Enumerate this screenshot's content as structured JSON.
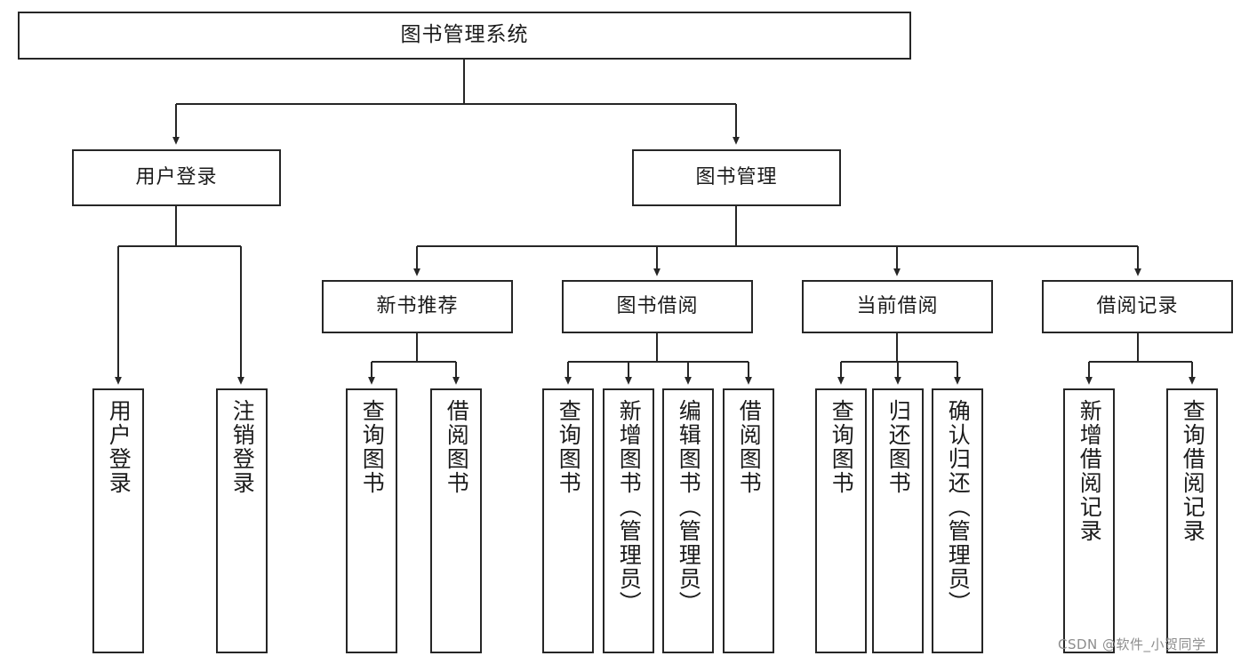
{
  "diagram": {
    "title": "图书管理系统",
    "type": "tree-hierarchy",
    "root": {
      "label": "图书管理系统"
    },
    "level2": [
      {
        "label": "用户登录"
      },
      {
        "label": "图书管理"
      }
    ],
    "level3": [
      {
        "label": "新书推荐"
      },
      {
        "label": "图书借阅"
      },
      {
        "label": "当前借阅"
      },
      {
        "label": "借阅记录"
      }
    ],
    "leaves": {
      "user_login": [
        {
          "label": "用户登录"
        },
        {
          "label": "注销登录"
        }
      ],
      "new_book_recommend": [
        {
          "label": "查询图书"
        },
        {
          "label": "借阅图书"
        }
      ],
      "book_borrow": [
        {
          "label": "查询图书"
        },
        {
          "label": "新增图书（管理员）"
        },
        {
          "label": "编辑图书（管理员）"
        },
        {
          "label": "借阅图书"
        }
      ],
      "current_borrow": [
        {
          "label": "查询图书"
        },
        {
          "label": "归还图书"
        },
        {
          "label": "确认归还（管理员）"
        }
      ],
      "borrow_record": [
        {
          "label": "新增借阅记录"
        },
        {
          "label": "查询借阅记录"
        }
      ]
    },
    "watermark": "CSDN @软件_小贺同学",
    "colors": {
      "stroke": "#262626",
      "fill": "#ffffff",
      "text": "#1b1b1b",
      "watermark": "#8d8d8d"
    }
  }
}
